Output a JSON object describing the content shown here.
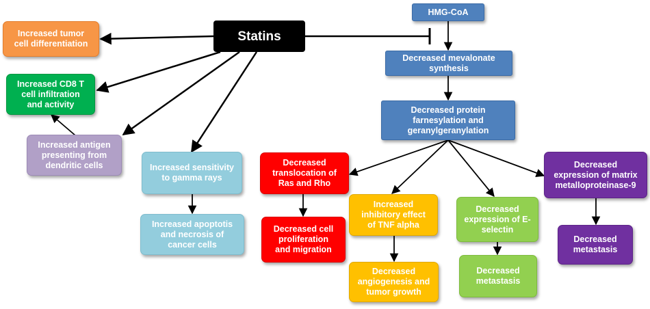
{
  "nodes": {
    "statins": "Statins",
    "hmg_coa": "HMG-CoA",
    "mevalonate": "Decreased mevalonate\nsynthesis",
    "farnesylation": "Decreased protein\nfarnesylation and\ngeranylgeranylation",
    "tumor_diff": "Increased  tumor\ncell differentiation",
    "cd8": "Increased CD8 T\ncell infiltration\nand activity",
    "antigen": "Increased antigen\npresenting from\ndendritic cells",
    "gamma": "Increased sensitivity\nto gamma rays",
    "apoptosis": "Increased apoptotis\nand necrosis of\ncancer cells",
    "ras_rho": "Decreased\ntranslocation of\nRas and Rho",
    "proliferation": "Decreased cell\nproliferation\nand  migration",
    "tnf": "Increased\ninhibitory effect\nof TNF alpha",
    "angiogenesis": "Decreased\nangiogenesis and\ntumor growth",
    "eselectin": "Decreased\nexpression of E-\nselectin",
    "metastasis_green": "Decreased\nmetastasis",
    "mmp9": "Decreased\nexpression of matrix\nmetalloproteinase-9",
    "metastasis_purple": "Decreased\nmetastasis"
  }
}
